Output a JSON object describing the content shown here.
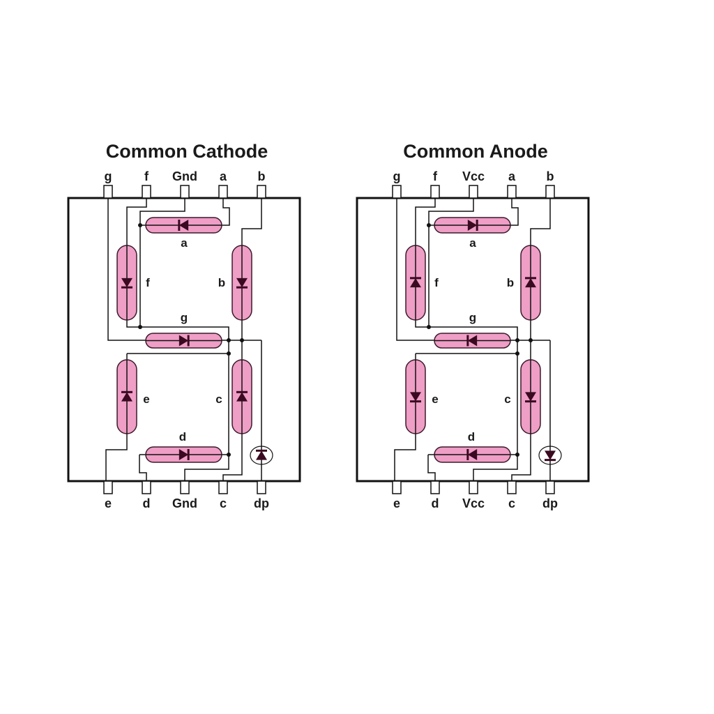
{
  "colors": {
    "segment_fill": "#ef9ec6",
    "segment_stroke": "#3a1a2a",
    "wire": "#111111",
    "diode": "#3a0a20"
  },
  "diagrams": [
    {
      "title": "Common Cathode",
      "common_pin": "Gnd",
      "top_pins": [
        "g",
        "f",
        "Gnd",
        "a",
        "b"
      ],
      "bottom_pins": [
        "e",
        "d",
        "Gnd",
        "c",
        "dp"
      ],
      "segments": [
        "a",
        "b",
        "c",
        "d",
        "e",
        "f",
        "g"
      ]
    },
    {
      "title": "Common Anode",
      "common_pin": "Vcc",
      "top_pins": [
        "g",
        "f",
        "Vcc",
        "a",
        "b"
      ],
      "bottom_pins": [
        "e",
        "d",
        "Vcc",
        "c",
        "dp"
      ],
      "segments": [
        "a",
        "b",
        "c",
        "d",
        "e",
        "f",
        "g"
      ]
    }
  ]
}
